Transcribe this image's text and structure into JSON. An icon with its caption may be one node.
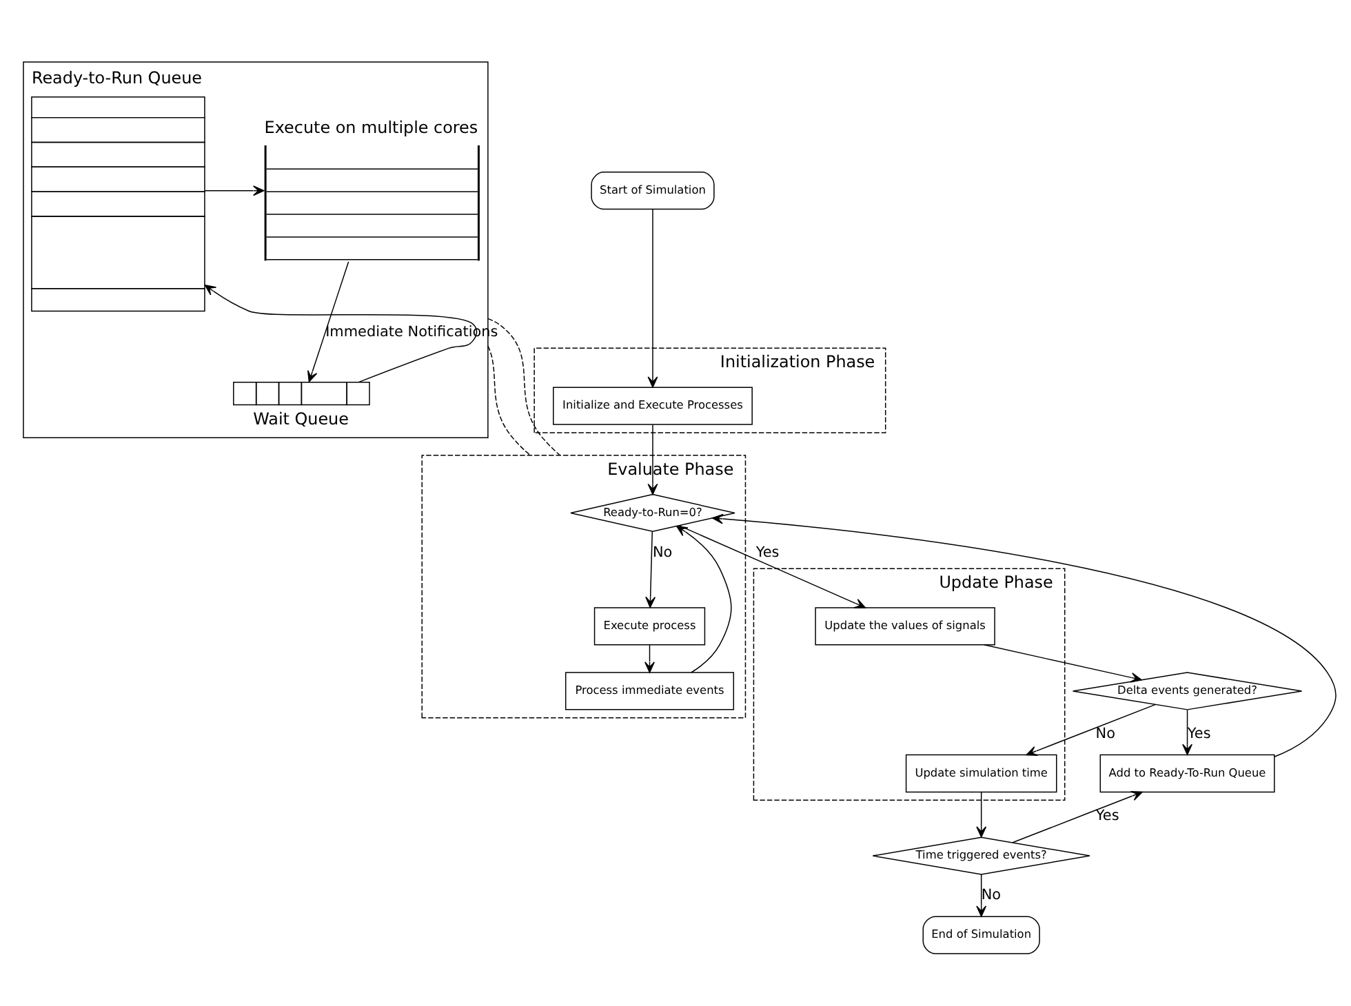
{
  "diagram": {
    "nodes": [
      {
        "text": [],
        "shape": "box"
      },
      {
        "text": [
          "Ready-to-Run Queue"
        ],
        "in": 0
      },
      {
        "text": [
          "Execute on multiple cores"
        ],
        "in": 0
      },
      {
        "text": [
          "Wait Queue"
        ],
        "in": 0
      },
      {
        "text": [
          "Start of Simulation"
        ]
      },
      {
        "text": [
          "Initialization Phase"
        ]
      },
      {
        "text": [
          "Initialize and Execute Processes"
        ],
        "in": 5
      },
      {
        "text": [
          "Evaluate Phase"
        ]
      },
      {
        "text": [
          "Ready-to-Run=0?"
        ],
        "in": 7
      },
      {
        "text": [
          "Execute process"
        ],
        "in": 7
      },
      {
        "text": [
          "Process immediate events"
        ],
        "in": 7
      },
      {
        "text": [
          "Update Phase"
        ]
      },
      {
        "text": [
          "Update the values of signals"
        ],
        "in": 11
      },
      {
        "text": [
          "Delta events generated?"
        ]
      },
      {
        "text": [
          "Update simulation time"
        ],
        "in": 11
      },
      {
        "text": [
          "Add to Ready-To-Run Queue"
        ]
      },
      {
        "text": [
          "Time triggered events?"
        ]
      },
      {
        "text": [
          "End of Simulation"
        ]
      }
    ],
    "edges": [
      {
        "from": 1,
        "to": 2,
        "arrow": "to"
      },
      {
        "from": 2,
        "to": 3,
        "arrow": "to",
        "label": "Immediate Notifications"
      },
      {
        "from": 3,
        "to": 1,
        "arrow": "to"
      },
      {
        "from": 0,
        "to": 7,
        "arrow": "none",
        "style": "dashed"
      },
      {
        "from": 0,
        "to": 7,
        "arrow": "none",
        "style": "dashed"
      },
      {
        "from": 4,
        "to": 6,
        "arrow": "to"
      },
      {
        "from": 6,
        "to": 8,
        "arrow": "to"
      },
      {
        "from": 8,
        "to": 9,
        "arrow": "to",
        "label": "No"
      },
      {
        "from": 9,
        "to": 10,
        "arrow": "to"
      },
      {
        "from": 10,
        "to": 8,
        "arrow": "to"
      },
      {
        "from": 8,
        "to": 12,
        "arrow": "to",
        "label": "Yes"
      },
      {
        "from": 12,
        "to": 13,
        "arrow": "to"
      },
      {
        "from": 13,
        "to": 15,
        "arrow": "to",
        "label": "Yes"
      },
      {
        "from": 13,
        "to": 14,
        "arrow": "to",
        "label": "No"
      },
      {
        "from": 14,
        "to": 16,
        "arrow": "to"
      },
      {
        "from": 16,
        "to": 15,
        "arrow": "to",
        "label": "Yes"
      },
      {
        "from": 16,
        "to": 17,
        "arrow": "to",
        "label": "No"
      },
      {
        "from": 15,
        "to": 8,
        "arrow": "to"
      }
    ]
  }
}
